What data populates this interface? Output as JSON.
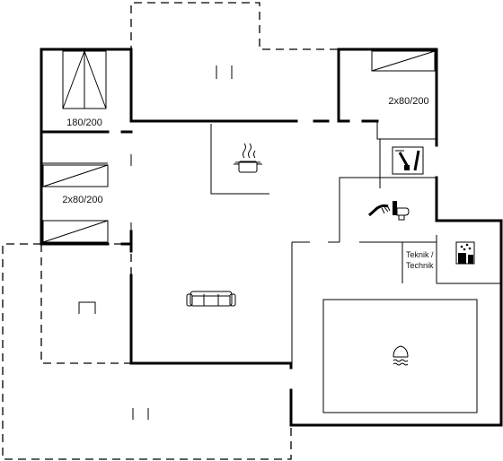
{
  "rooms": {
    "master_bedroom": {
      "bed_size": "180/200"
    },
    "bedroom_left": {
      "bed_size": "2x80/200"
    },
    "bedroom_right": {
      "bed_size": "2x80/200"
    },
    "technical_room": {
      "label_line1": "Teknik /",
      "label_line2": "Technik"
    }
  },
  "icons": {
    "kitchen": "cooking-pot-icon",
    "living": "sofa-icon",
    "bathroom": "shower-toilet-icon",
    "utility": "vacuum-broom-icon",
    "washroom": "washing-machine-icon",
    "pool": "pool-icon"
  }
}
